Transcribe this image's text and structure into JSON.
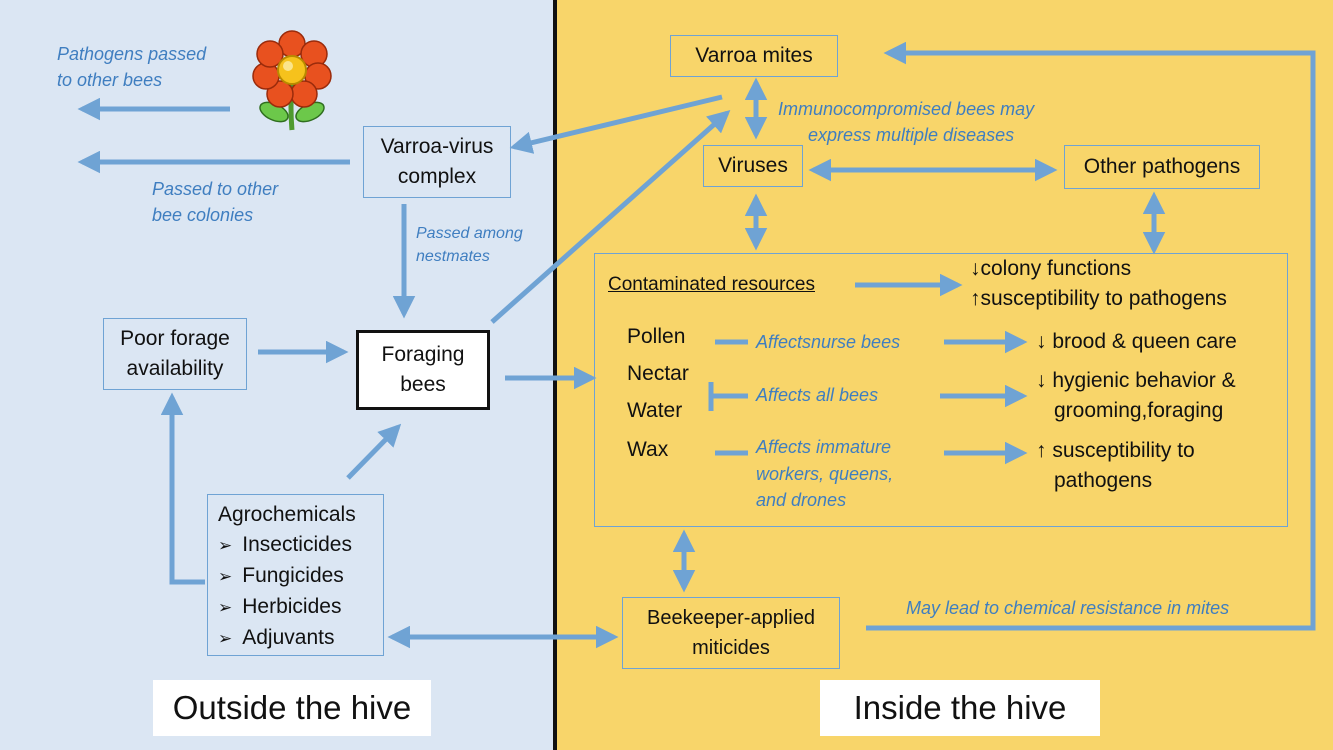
{
  "boxes": {
    "varroa_mites": "Varroa mites",
    "varroa_virus_complex": [
      "Varroa-virus",
      "complex"
    ],
    "viruses": "Viruses",
    "other_pathogens": "Other pathogens",
    "poor_forage": [
      "Poor forage",
      "availability"
    ],
    "foraging_bees": [
      "Foraging",
      "bees"
    ],
    "agrochemicals": {
      "title": "Agrochemicals",
      "items": [
        "Insecticides",
        "Fungicides",
        "Herbicides",
        "Adjuvants"
      ]
    },
    "miticides": [
      "Beekeeper-applied",
      "miticides"
    ]
  },
  "notes": {
    "pathogens_passed": [
      "Pathogens passed",
      "to other bees"
    ],
    "passed_colonies": [
      "Passed to other",
      "bee colonies"
    ],
    "passed_nestmates": [
      "Passed among",
      "nestmates"
    ],
    "immunocompromised": [
      "Immunocompromised bees may",
      "express multiple diseases"
    ],
    "chemical_resistance": "May lead to chemical resistance in mites"
  },
  "resources": {
    "title": "Contaminated resources",
    "effects_top": [
      "↓colony functions",
      "↑susceptibility to pathogens"
    ],
    "items": [
      "Pollen",
      "Nectar",
      "Water",
      "Wax"
    ],
    "affects": {
      "pollen": "Affectsnurse bees",
      "nectar_water": "Affects all bees",
      "wax": [
        "Affects immature",
        "workers, queens,",
        "and drones"
      ]
    },
    "outcomes": {
      "pollen": "↓ brood & queen care",
      "nectar_water": [
        "↓ hygienic behavior &",
        "grooming,foraging"
      ],
      "wax": [
        "↑ susceptibility to",
        "pathogens"
      ]
    }
  },
  "captions": {
    "outside": "Outside the hive",
    "inside": "Inside the hive"
  },
  "colors": {
    "arrow": "#6fa3d4",
    "left_bg": "#dbe6f3",
    "right_bg": "#f8d56a",
    "note_text": "#3f7ec0"
  }
}
